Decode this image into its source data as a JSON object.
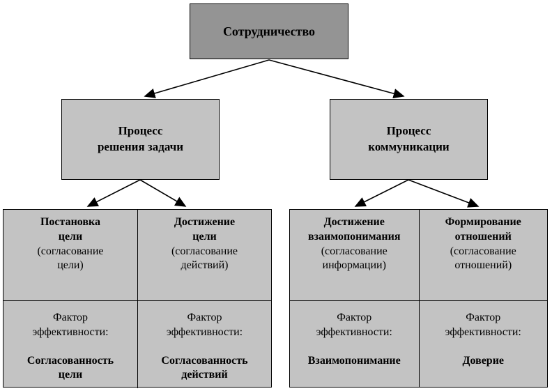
{
  "root": {
    "label": "Сотрудничество"
  },
  "branches": [
    {
      "label": "Процесс\nрешения задачи",
      "cells": [
        {
          "title": "Постановка\nцели",
          "subtitle": "(согласование\nцели)",
          "factor_label": "Фактор\nэффективности:",
          "factor_value": "Согласованность\nцели"
        },
        {
          "title": "Достижение\nцели",
          "subtitle": "(согласование\nдействий)",
          "factor_label": "Фактор\nэффективности:",
          "factor_value": "Согласованность\nдействий"
        }
      ]
    },
    {
      "label": "Процесс\nкоммуникации",
      "cells": [
        {
          "title": "Достижение\nвзаимопонимания",
          "subtitle": "(согласование\nинформации)",
          "factor_label": "Фактор\nэффективности:",
          "factor_value": "Взаимопонимание"
        },
        {
          "title": "Формирование\nотношений",
          "subtitle": "(согласование\nотношений)",
          "factor_label": "Фактор\nэффективности:",
          "factor_value": "Доверие"
        }
      ]
    }
  ],
  "colors": {
    "root_fill": "#949494",
    "node_fill": "#c3c3c3",
    "border": "#000000",
    "background": "#ffffff"
  }
}
